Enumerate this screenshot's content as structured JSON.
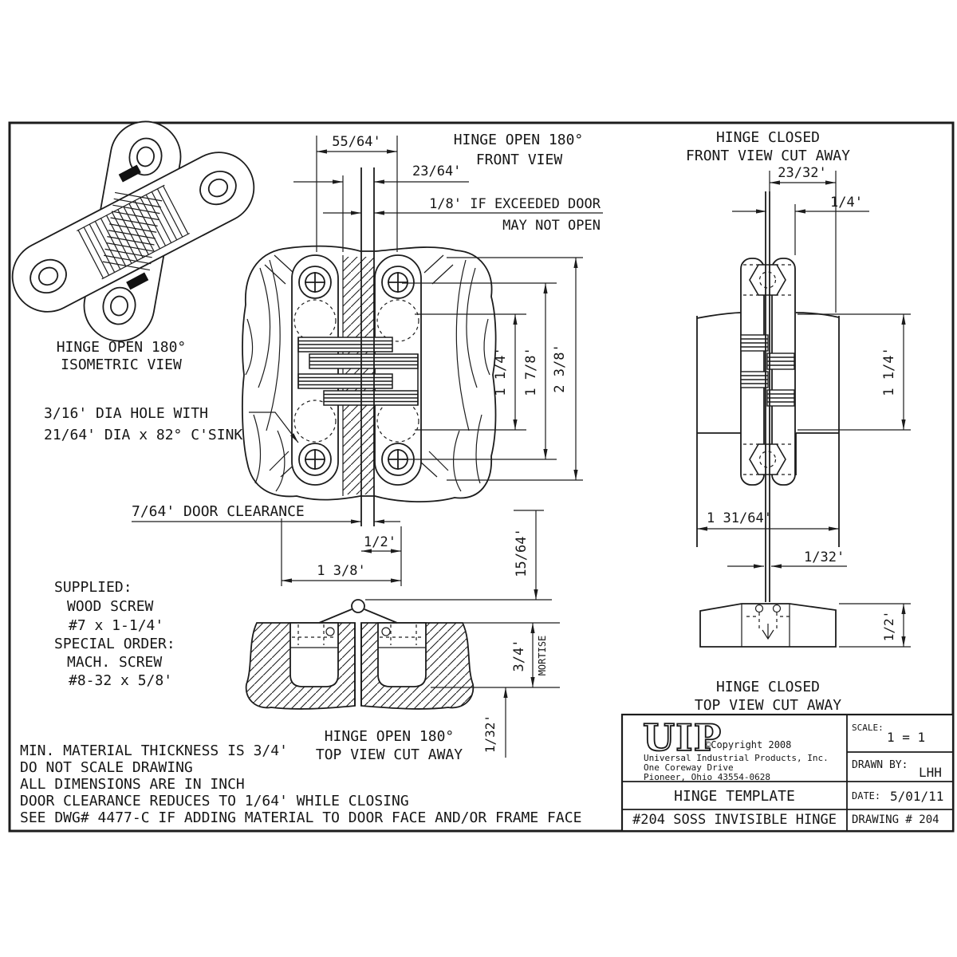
{
  "sheet": {
    "ink": "#1c1c1c",
    "paper": "#ffffff"
  },
  "iso_view": {
    "label1": "HINGE OPEN 180°",
    "label2": "ISOMETRIC VIEW"
  },
  "front_open": {
    "title1": "HINGE OPEN 180°",
    "title2": "FRONT VIEW",
    "dim_width_open": "55/64'",
    "dim_leaf": "23/64'",
    "warn1": "1/8' IF EXCEEDED DOOR",
    "warn2": "MAY NOT OPEN",
    "dim_screws": "1 1/4'",
    "dim_leaf_len": "1 7/8'",
    "dim_body_len": "2 3/8'",
    "hole_note1": "3/16' DIA HOLE WITH",
    "hole_note2": "21/64' DIA x 82° C'SINK",
    "dim_clearance": "7/64' DOOR CLEARANCE",
    "dim_half": "1/2'",
    "dim_unit_w": "1 3/8'",
    "dim_protrusion": "15/64'"
  },
  "top_open": {
    "label1": "HINGE OPEN 180°",
    "label2": "TOP VIEW CUT AWAY",
    "dim_mortise": "3/4'",
    "mortise_word": "MORTISE",
    "dim_flush": "1/32'"
  },
  "front_closed": {
    "title1": "HINGE CLOSED",
    "title2": "FRONT VIEW CUT AWAY",
    "dim_mortise_w": "23/32'",
    "dim_leaf_thk": "1/4'",
    "dim_body": "1 1/4'",
    "dim_overall": "1 31/64'",
    "dim_gap": "1/32'"
  },
  "top_closed": {
    "label1": "HINGE CLOSED",
    "label2": "TOP VIEW CUT AWAY",
    "dim_depth": "1/2'"
  },
  "supplied": {
    "l1": "SUPPLIED:",
    "l2": "WOOD SCREW",
    "l3": "#7 x 1-1/4'",
    "l4": "SPECIAL ORDER:",
    "l5": "MACH. SCREW",
    "l6": "#8-32 x 5/8'"
  },
  "notes": {
    "l1": "MIN. MATERIAL THICKNESS IS 3/4'",
    "l2": "DO NOT SCALE DRAWING",
    "l3": "ALL DIMENSIONS ARE IN INCH",
    "l4": "DOOR CLEARANCE REDUCES TO 1/64' WHILE CLOSING",
    "l5": "SEE DWG# 4477-C IF ADDING MATERIAL TO DOOR FACE AND/OR FRAME FACE"
  },
  "title_block": {
    "logo": "UIP",
    "copyright": "©Copyright 2008",
    "company": "Universal Industrial Products, Inc.",
    "address1": "One Coreway Drive",
    "address2": "Pioneer, Ohio  43554-0628",
    "doc_title": "HINGE TEMPLATE",
    "doc_id": "#204 SOSS INVISIBLE HINGE",
    "scale_label": "SCALE:",
    "scale_value": "1 = 1",
    "drawn_label": "DRAWN BY:",
    "drawn_value": "LHH",
    "date_label": "DATE:",
    "date_value": "5/01/11",
    "drawing_label": "DRAWING # 204"
  }
}
